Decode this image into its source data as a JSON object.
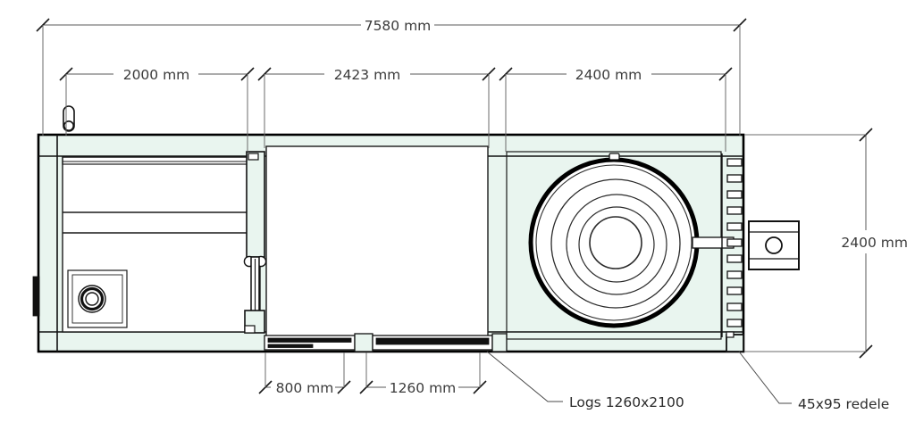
{
  "drawing": {
    "title": "Trailer plan view dimensioned drawing",
    "units": "mm",
    "colors": {
      "body_fill": "#e9f5ef",
      "outline": "#000000",
      "dimension_line": "#595959",
      "dimension_text": "#3b3b3b",
      "note_text": "#2b2b2b",
      "background": "#ffffff"
    }
  },
  "dimensions": {
    "overall_length": "7580 mm",
    "segment_left": "2000 mm",
    "segment_middle": "2423 mm",
    "segment_right": "2400 mm",
    "overall_width": "2400 mm",
    "door_small": "800 mm",
    "door_large": "1260 mm"
  },
  "annotations": {
    "logs": "Logs 1260x2100",
    "redele": "45x95 redele"
  },
  "parts": {
    "vent_icon": "vent-fin-icon",
    "drum_icon": "circular-drum-icon",
    "hatch_icon": "square-hatch-icon",
    "post_icon": "corner-post-icon",
    "coupler_icon": "coupler-icon",
    "sidebox_icon": "side-box-icon"
  }
}
